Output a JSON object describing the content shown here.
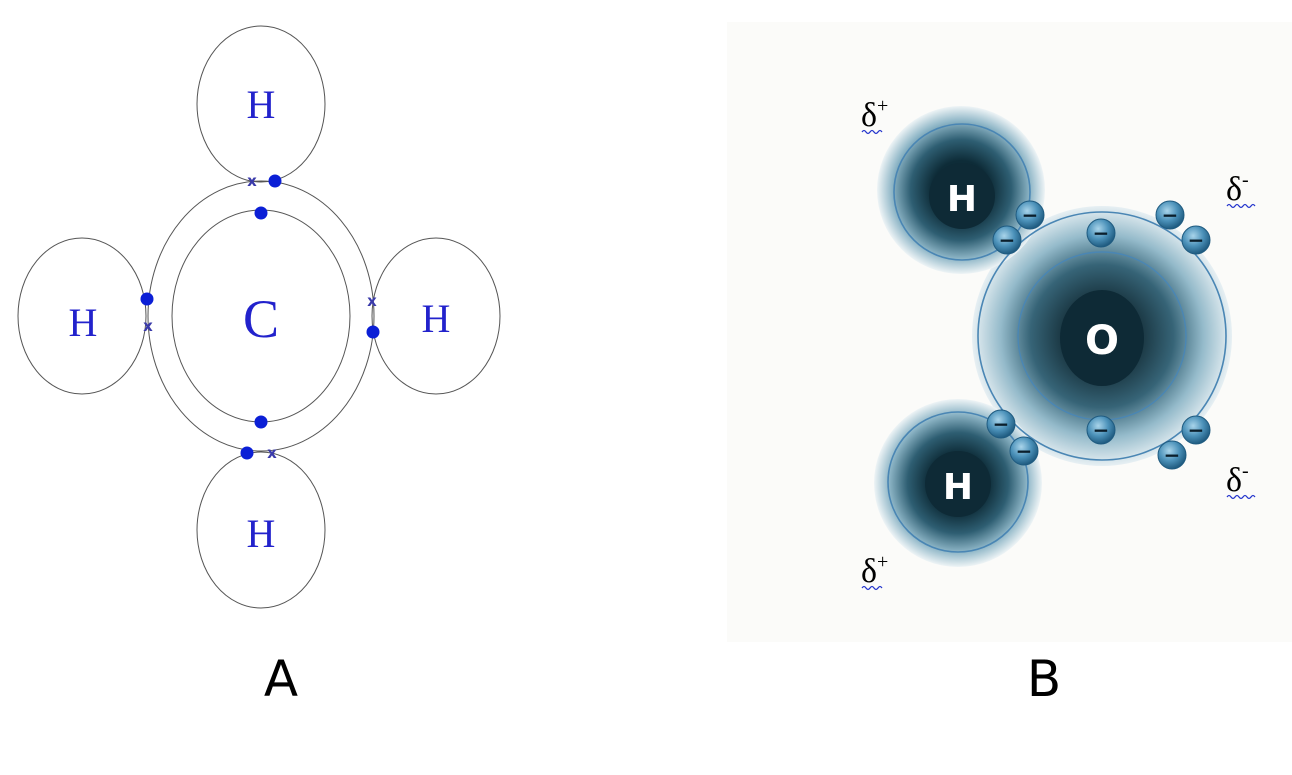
{
  "colors": {
    "atom_outline": "#555555",
    "symbol_blue": "#2222cc",
    "electron_dot": "#0b1fd6",
    "shell_line": "#4a86b4",
    "nucleus_dark": "#0e2a36",
    "electron_fill": "#3f86b0",
    "background_b": "#fbfbf9"
  },
  "panel_a": {
    "label": "A",
    "center_symbol": "C",
    "h_top": "H",
    "h_left": "H",
    "h_right": "H",
    "h_bottom": "H",
    "cross_marker": "x"
  },
  "panel_b": {
    "label": "B",
    "oxygen_symbol": "O",
    "h_upper": "H",
    "h_lower": "H",
    "electron_sign": "−",
    "charge_upper_left": {
      "base": "δ",
      "sup": "+"
    },
    "charge_lower_left": {
      "base": "δ",
      "sup": "+"
    },
    "charge_upper_right": {
      "base": "δ",
      "sup": "-"
    },
    "charge_lower_right": {
      "base": "δ",
      "sup": "-"
    }
  }
}
